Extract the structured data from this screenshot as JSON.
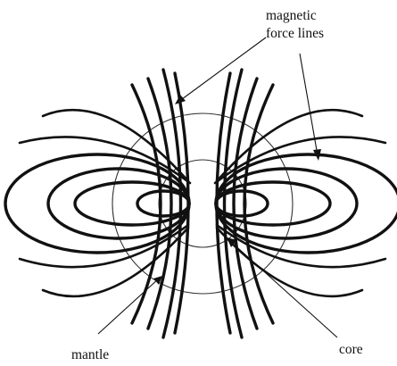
{
  "labels": {
    "field_lines_line1": "magnetic",
    "field_lines_line2": "force lines",
    "mantle": "mantle",
    "core": "core"
  },
  "colors": {
    "ink": "#111111",
    "background": "#ffffff"
  }
}
